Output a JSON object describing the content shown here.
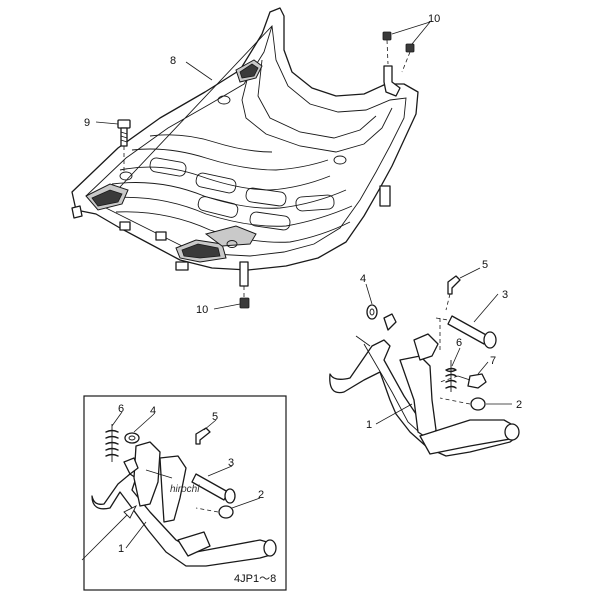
{
  "callouts": {
    "main_cover": "8",
    "cover_bolt": "9",
    "nut_clips_top": "10",
    "nut_clip_bottom": "10",
    "stand_washer": "4",
    "stand_pin": "5",
    "stand_shaft": "3",
    "stand_spring": "6",
    "stand_bolt": "7",
    "stand_collar": "2",
    "stand_main": "1"
  },
  "inset": {
    "spring": "6",
    "washer": "4",
    "pin": "5",
    "shaft": "3",
    "collar": "2",
    "stand": "1",
    "caption": "4JP1～8"
  },
  "watermark": "hirochi"
}
